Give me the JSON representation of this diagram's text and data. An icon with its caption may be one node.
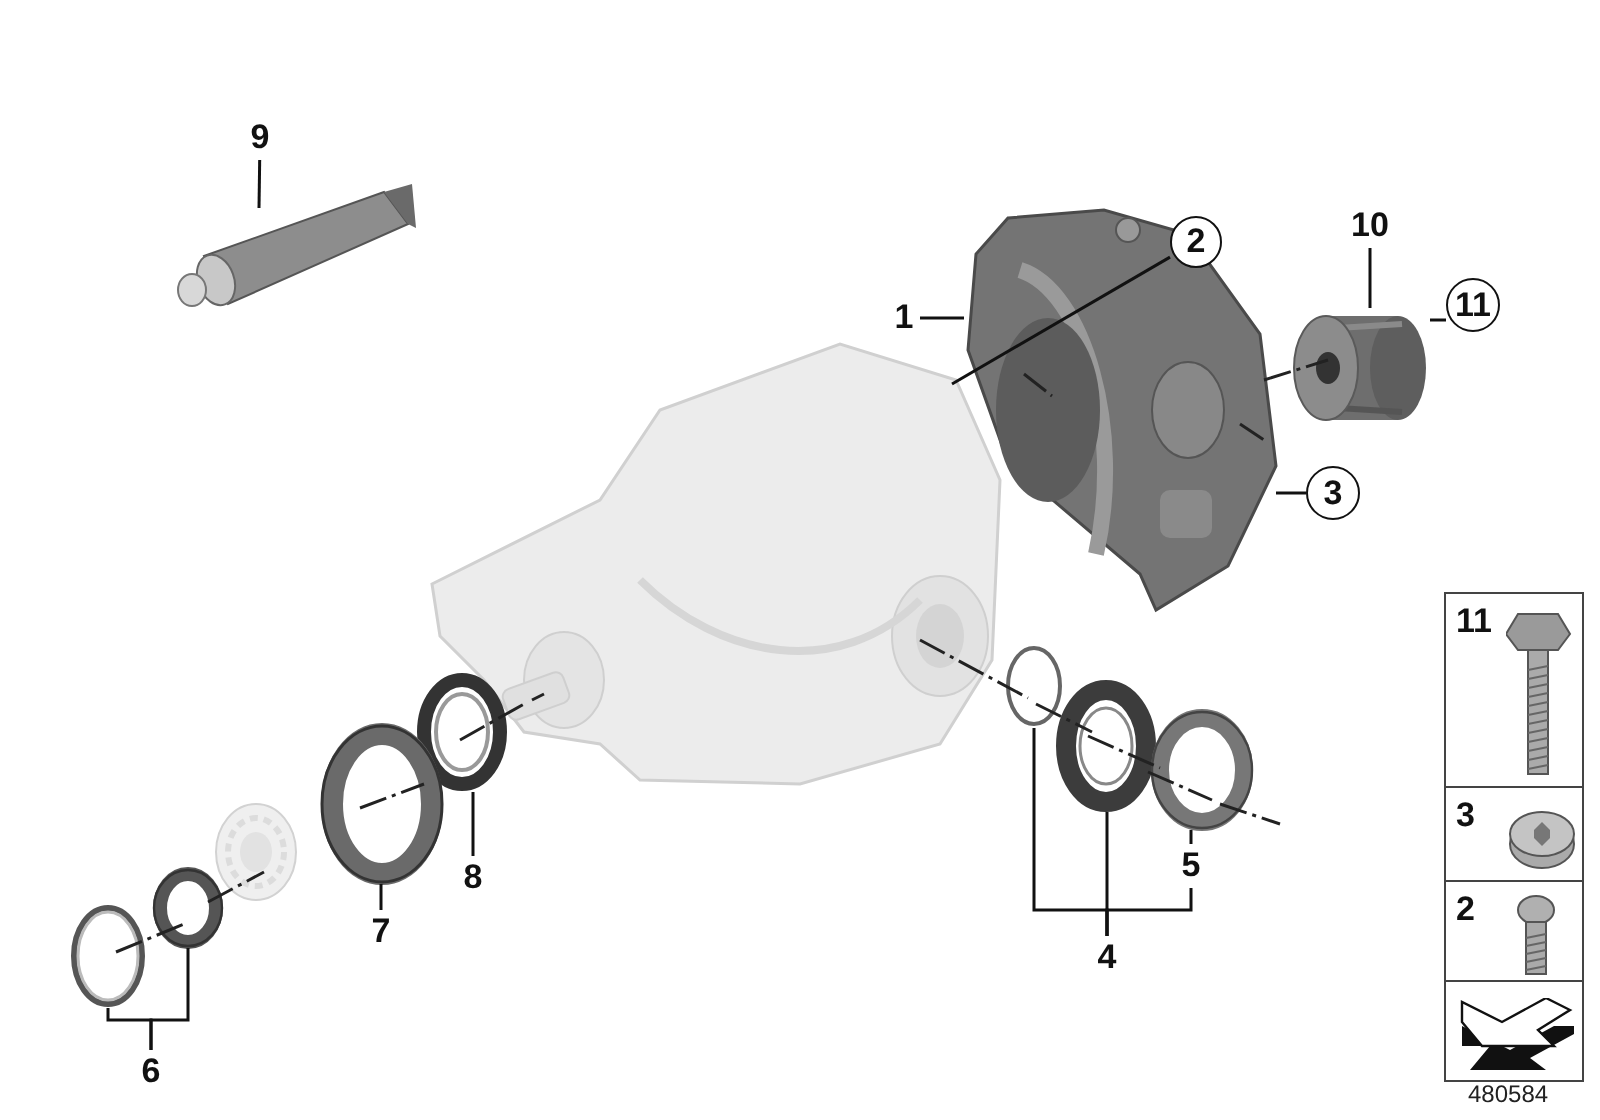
{
  "diagram": {
    "nodes": [
      {
        "text": [
          "9"
        ]
      },
      {
        "text": [],
        "shape": "picture"
      },
      {
        "text": [
          "10"
        ]
      },
      {
        "text": [
          "1"
        ]
      },
      {
        "text": [
          "2"
        ]
      },
      {
        "text": [
          "11"
        ]
      },
      {
        "text": [],
        "shape": "picture"
      },
      {
        "text": [],
        "shape": "cylinder"
      },
      {
        "text": [
          "3"
        ]
      },
      {
        "text": [
          "8"
        ]
      },
      {
        "text": [],
        "shape": "picture"
      },
      {
        "text": [
          "7"
        ]
      },
      {
        "text": [],
        "shape": "picture"
      },
      {
        "text": [
          "6"
        ]
      },
      {
        "text": [],
        "shape": "picture"
      },
      {
        "text": [],
        "shape": "picture"
      },
      {
        "text": [
          "4"
        ]
      },
      {
        "text": [],
        "shape": "circle"
      },
      {
        "text": [],
        "shape": "picture"
      },
      {
        "text": [
          "5"
        ]
      },
      {
        "text": [],
        "shape": "picture"
      },
      {
        "text": [
          "11"
        ]
      },
      {
        "text": [
          "3"
        ]
      },
      {
        "text": [
          "2"
        ]
      },
      {
        "text": [],
        "shape": "box"
      }
    ],
    "edges": [
      {
        "from": 0,
        "to": 1,
        "arrow": "none"
      },
      {
        "from": 2,
        "to": 7,
        "arrow": "none"
      },
      {
        "from": 3,
        "to": 6,
        "arrow": "none"
      },
      {
        "from": 4,
        "to": null,
        "arrow": "none"
      },
      {
        "from": 5,
        "to": 7,
        "arrow": "none"
      },
      {
        "from": 8,
        "to": 6,
        "arrow": "none"
      },
      {
        "from": 9,
        "to": 10,
        "arrow": "none"
      },
      {
        "from": 11,
        "to": 12,
        "arrow": "none"
      },
      {
        "from": 13,
        "to": 14,
        "arrow": "none"
      },
      {
        "from": 13,
        "to": 15,
        "arrow": "none"
      },
      {
        "from": 16,
        "to": 18,
        "arrow": "none"
      },
      {
        "from": 16,
        "to": 17,
        "arrow": "none"
      },
      {
        "from": 16,
        "to": 19,
        "arrow": "none"
      },
      {
        "from": 19,
        "to": 20,
        "arrow": "none"
      }
    ],
    "labels": [
      "480584"
    ]
  }
}
